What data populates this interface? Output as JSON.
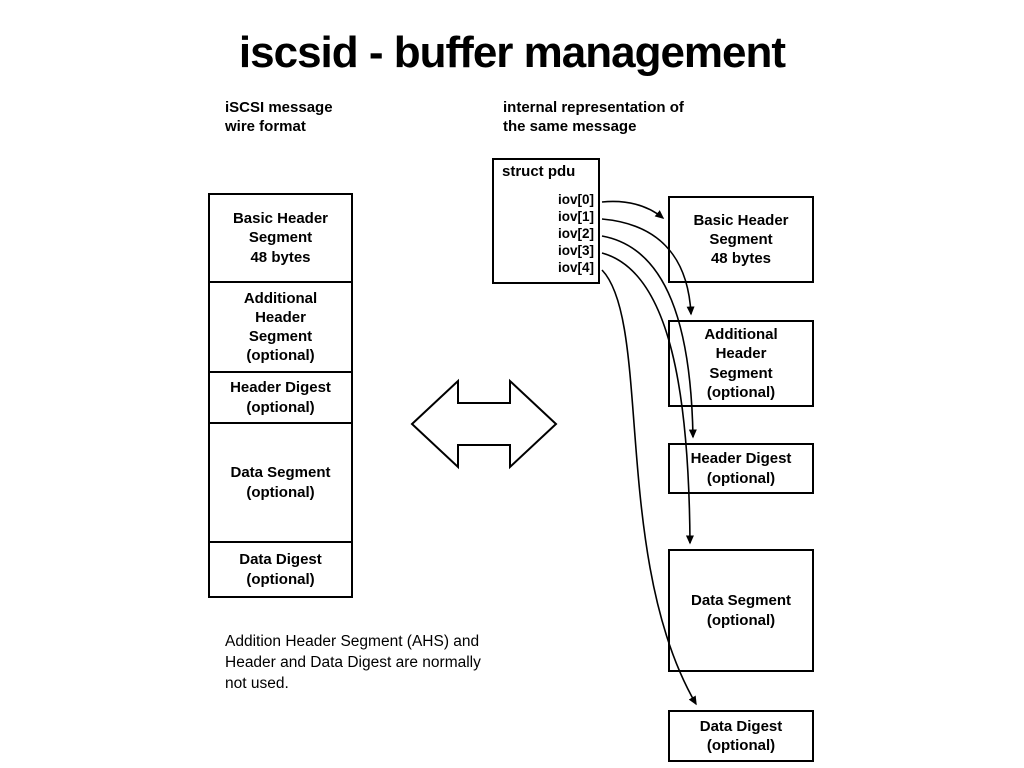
{
  "title": "iscsid - buffer management",
  "labels": {
    "wire_format": "iSCSI message\nwire format",
    "internal_representation": "internal representation of\nthe same message"
  },
  "pdu": {
    "title": "struct pdu",
    "iov": [
      "iov[0]",
      "iov[1]",
      "iov[2]",
      "iov[3]",
      "iov[4]"
    ]
  },
  "wire_stack": {
    "segments": [
      {
        "id": "basic-header-segment",
        "label": "Basic Header\nSegment\n48 bytes"
      },
      {
        "id": "additional-header-segment",
        "label": "Additional\nHeader\nSegment\n(optional)"
      },
      {
        "id": "header-digest",
        "label": "Header Digest\n(optional)"
      },
      {
        "id": "data-segment",
        "label": "Data Segment\n(optional)"
      },
      {
        "id": "data-digest",
        "label": "Data Digest\n(optional)"
      }
    ]
  },
  "internal_boxes": [
    {
      "id": "basic-header-segment",
      "label": "Basic Header\nSegment\n48 bytes"
    },
    {
      "id": "additional-header-segment",
      "label": "Additional\nHeader\nSegment\n(optional)"
    },
    {
      "id": "header-digest",
      "label": "Header Digest\n(optional)"
    },
    {
      "id": "data-segment",
      "label": "Data Segment\n(optional)"
    },
    {
      "id": "data-digest",
      "label": "Data Digest\n(optional)"
    }
  ],
  "note": "Addition Header Segment (AHS) and\nHeader and Data Digest are normally\nnot used.",
  "colors": {
    "background": "#ffffff",
    "foreground": "#000000"
  }
}
